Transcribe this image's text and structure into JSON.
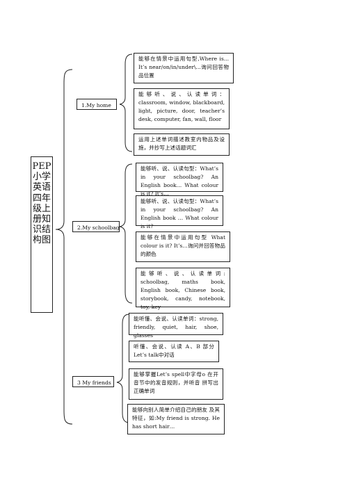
{
  "root": {
    "title": "PEP小学英语四年级上册知识结构图"
  },
  "units": [
    {
      "label": "1.My home",
      "items": [
        "能够在情景中运用句型,Where is... It’s near/on/in/under\\...询问回答物品位置",
        "能够听、说、认读单词：classroom, window, blackboard, light, picture, door, teacher’s desk, computer, fan, wall, floor",
        "运用上述单词描述教室内物品及设施，并抄写上述话题词汇"
      ]
    },
    {
      "label": "2.My schoolbag",
      "items": [
        "能够听、说、认读句型：What’s in your schoolbag? An English book… What colour is it? It’s…",
        "能够听、说、认读句型：What’s in your schoolbag? An English book … What colour is it?",
        "能够在情景中运用句型 What colour is it? It’s…询问并回答物品的颜色",
        "能够听、说、认读单词: schoolbag, maths book, English book, Chinese book, storybook, candy, notebook, toy, key"
      ]
    },
    {
      "label": "3 My friends",
      "items": [
        "能听懂、会说、认读单词：strong, friendly, quiet, hair, shoe, glasses",
        "听懂、会说、认读 A、B 部分 Let’s talk中对话",
        "能够掌握Let’s spell中字母o 在开音节中的发音规则，并听音 拼写出正确单词",
        "能够向别人简单介绍自己的朋友 及其特征，如:My friend is strong. He has short hair…"
      ]
    }
  ]
}
